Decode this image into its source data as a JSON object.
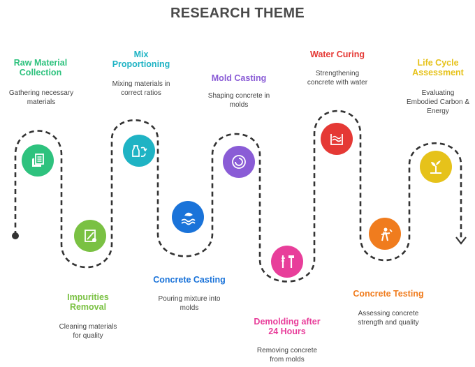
{
  "title": "RESEARCH THEME",
  "steps": [
    {
      "title": "Raw Material\nCollection",
      "desc": "Gathering necessary\nmaterials",
      "color": "#2ec27e",
      "icon": "document-stack-icon"
    },
    {
      "title": "Impurities\nRemoval",
      "desc": "Cleaning materials\nfor quality",
      "color": "#7ac143",
      "icon": "cleaning-icon"
    },
    {
      "title": "Mix\nProportioning",
      "desc": "Mixing materials in\ncorrect ratios",
      "color": "#1fb3c4",
      "icon": "mixing-icon"
    },
    {
      "title": "Concrete Casting",
      "desc": "Pouring mixture into\nmolds",
      "color": "#1a73d9",
      "icon": "pour-icon"
    },
    {
      "title": "Mold Casting",
      "desc": "Shaping concrete in\nmolds",
      "color": "#8a5cd6",
      "icon": "mold-icon"
    },
    {
      "title": "Demolding after\n24 Hours",
      "desc": "Removing concrete\nfrom molds",
      "color": "#e83e9a",
      "icon": "tools-icon"
    },
    {
      "title": "Water Curing",
      "desc": "Strengthening\nconcrete with water",
      "color": "#e53935",
      "icon": "water-icon"
    },
    {
      "title": "Concrete Testing",
      "desc": "Assessing concrete\nstrength and quality",
      "color": "#f07c1e",
      "icon": "testing-icon"
    },
    {
      "title": "Life Cycle\nAssessment",
      "desc": "Evaluating\nEmbodied Carbon &\nEnergy",
      "color": "#e6c21a",
      "icon": "plant-icon"
    }
  ]
}
